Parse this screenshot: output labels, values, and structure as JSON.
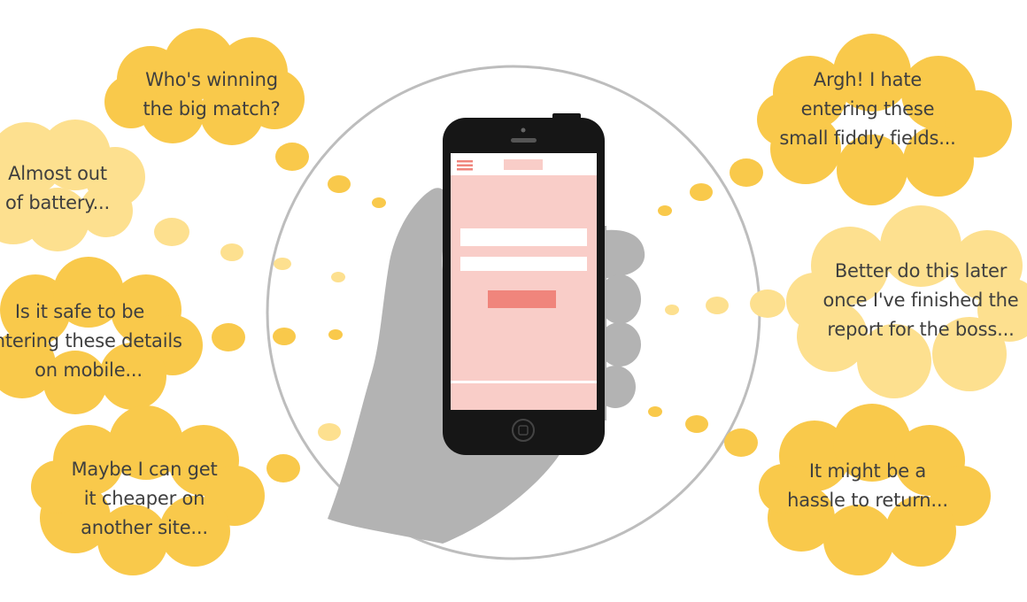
{
  "colors": {
    "bubble": "#f9c94b",
    "bubble_light": "#fde08f",
    "text": "#3f3f3f",
    "hand": "#b3b3b3",
    "circle": "#bdbdbd",
    "phone": "#161616",
    "screen": "#f9cdc8",
    "button": "#f0857c"
  },
  "thoughts": [
    {
      "id": "winning",
      "lines": [
        "Who's winning",
        "the big match?"
      ]
    },
    {
      "id": "battery",
      "lines": [
        "Almost out",
        "of battery..."
      ]
    },
    {
      "id": "safe",
      "lines": [
        "Is it safe to be",
        "entering these details",
        "on mobile..."
      ]
    },
    {
      "id": "cheaper",
      "lines": [
        "Maybe I can get",
        "it cheaper on",
        "another site..."
      ]
    },
    {
      "id": "fields",
      "lines": [
        "Argh! I hate",
        "entering these",
        "small fiddly fields..."
      ]
    },
    {
      "id": "later",
      "lines": [
        "Better do this later",
        "once I've finished the",
        "report for the boss..."
      ]
    },
    {
      "id": "return",
      "lines": [
        "It might be a",
        "hassle to return..."
      ]
    }
  ],
  "phone": {
    "screen_icons": [
      "menu-icon",
      "home-button-icon"
    ]
  }
}
